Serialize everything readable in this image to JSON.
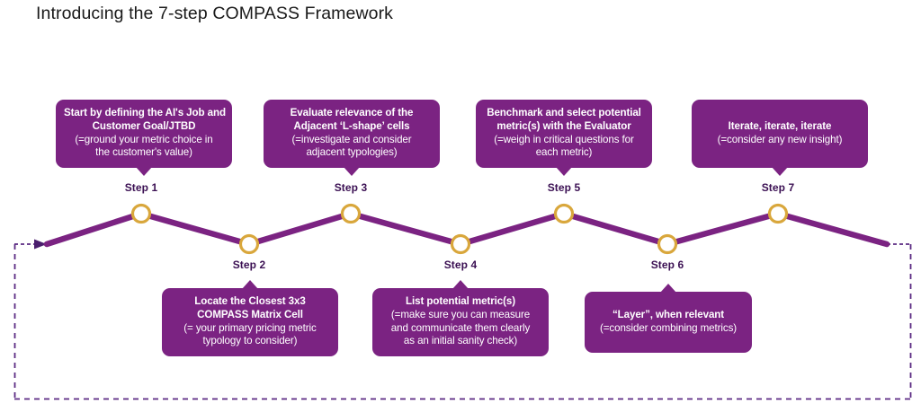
{
  "title": "Introducing the 7-step COMPASS Framework",
  "colors": {
    "box_purple": "#7B2382",
    "line_purple": "#7B2382",
    "node_gold": "#D9A73C",
    "node_fill": "#FFFFFF",
    "label_purple": "#3B1053",
    "dashed_purple": "#5B2A83",
    "background": "#FFFFFF",
    "title_text": "#1A1A1A",
    "box_text": "#FFFFFF"
  },
  "steps": [
    {
      "id": 1,
      "label": "Step 1",
      "position": "above",
      "lines": [
        {
          "text": "Start by defining the AI's Job and",
          "bold": true
        },
        {
          "text": "Customer Goal/JTBD",
          "bold": true
        },
        {
          "text": "(=ground your metric choice in",
          "bold": false
        },
        {
          "text": "the customer's value)",
          "bold": false
        }
      ]
    },
    {
      "id": 2,
      "label": "Step 2",
      "position": "below",
      "lines": [
        {
          "text": "Locate the Closest 3x3",
          "bold": true
        },
        {
          "text": "COMPASS Matrix Cell",
          "bold": true
        },
        {
          "text": "(= your primary pricing metric",
          "bold": false
        },
        {
          "text": "typology to consider)",
          "bold": false
        }
      ]
    },
    {
      "id": 3,
      "label": "Step 3",
      "position": "above",
      "lines": [
        {
          "text": "Evaluate relevance of the",
          "bold": true
        },
        {
          "text": "Adjacent ‘L-shape’ cells",
          "bold": true
        },
        {
          "text": "(=investigate and consider",
          "bold": false
        },
        {
          "text": "adjacent typologies)",
          "bold": false
        }
      ]
    },
    {
      "id": 4,
      "label": "Step 4",
      "position": "below",
      "lines": [
        {
          "text": "List potential metric(s)",
          "bold": true
        },
        {
          "text": "(=make sure you can measure",
          "bold": false
        },
        {
          "text": "and communicate them clearly",
          "bold": false
        },
        {
          "text": "as an initial sanity check)",
          "bold": false
        }
      ]
    },
    {
      "id": 5,
      "label": "Step 5",
      "position": "above",
      "lines": [
        {
          "text": "Benchmark and select potential",
          "bold": true
        },
        {
          "text": "metric(s) with the Evaluator",
          "bold": true
        },
        {
          "text": "(=weigh in critical questions for",
          "bold": false
        },
        {
          "text": "each metric)",
          "bold": false
        }
      ]
    },
    {
      "id": 6,
      "label": "Step 6",
      "position": "below",
      "lines": [
        {
          "text": "“Layer”, when relevant",
          "bold": true
        },
        {
          "text": "(=consider combining metrics)",
          "bold": false
        }
      ]
    },
    {
      "id": 7,
      "label": "Step 7",
      "position": "above",
      "lines": [
        {
          "text": "Iterate, iterate, iterate",
          "bold": true
        },
        {
          "text": "(=consider any new insight)",
          "bold": false
        }
      ]
    }
  ]
}
